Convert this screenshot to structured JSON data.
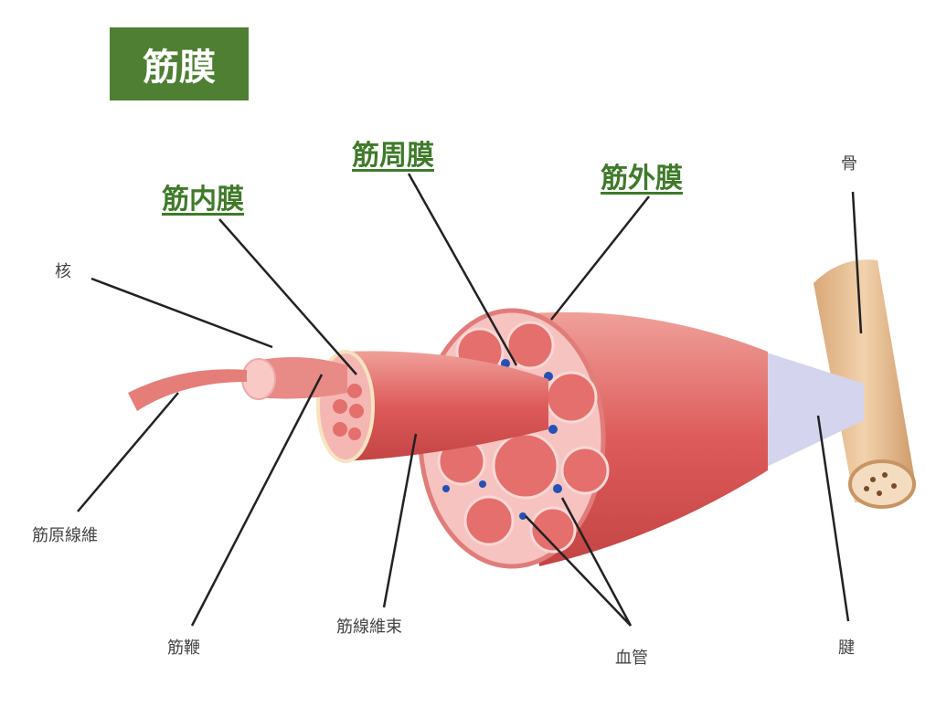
{
  "title": "筋膜",
  "labels": {
    "perimysium": "筋周膜",
    "epimysium": "筋外膜",
    "endomysium": "筋内膜",
    "bone": "骨",
    "nucleus": "核",
    "myofibril": "筋原線維",
    "fiber": "筋鞭",
    "fascicle": "筋線維束",
    "vessel": "血管",
    "tendon": "腱"
  },
  "colors": {
    "title_bg": "#4e7f32",
    "accent_label": "#3f7a2a",
    "muscle": "#e5726f",
    "bone": "#e2b98a",
    "tendon": "#c9c9e6",
    "vessel": "#2450b8"
  }
}
